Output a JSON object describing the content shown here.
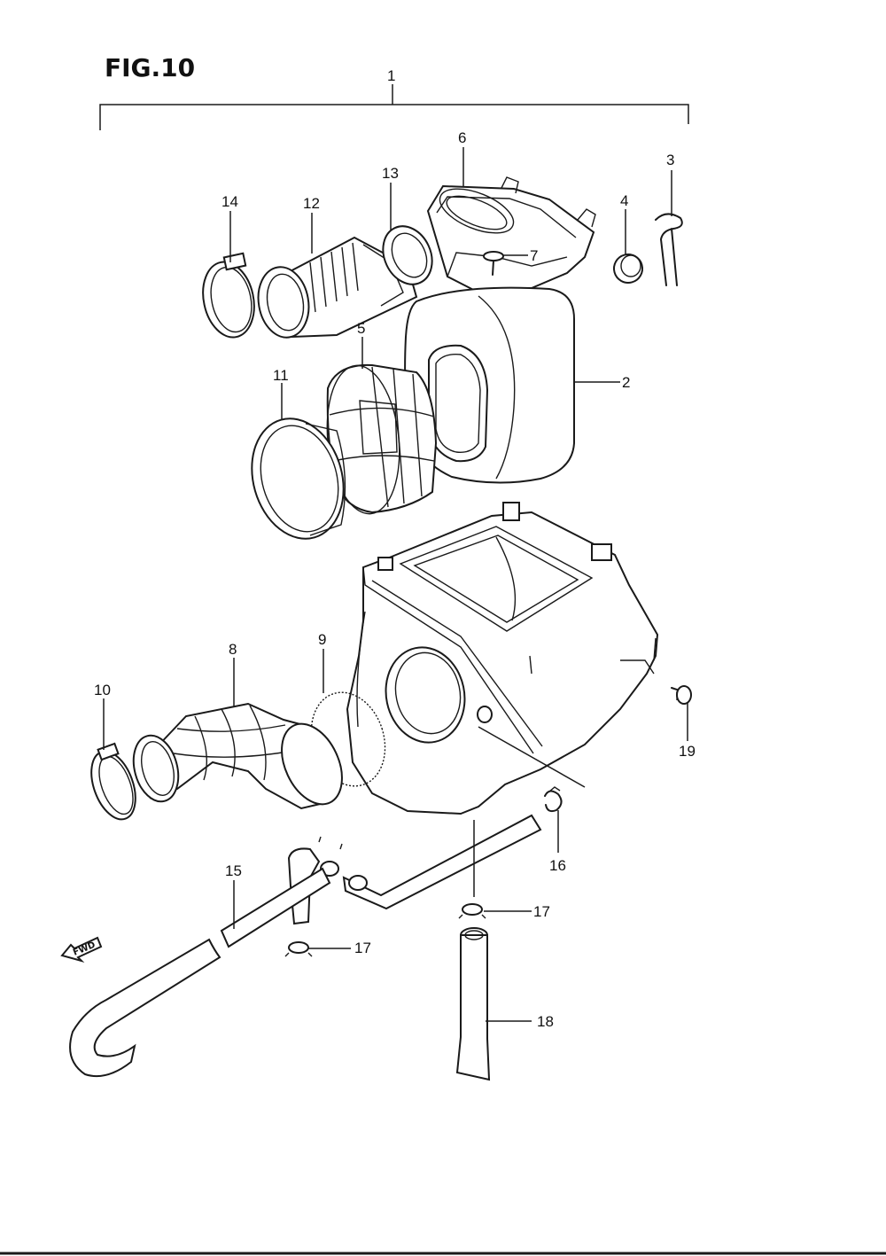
{
  "figure": {
    "title": "FIG.10",
    "fwd_label": "FWD"
  },
  "callouts": [
    {
      "id": "c1",
      "label": "1"
    },
    {
      "id": "c2",
      "label": "2"
    },
    {
      "id": "c3",
      "label": "3"
    },
    {
      "id": "c4",
      "label": "4"
    },
    {
      "id": "c5",
      "label": "5"
    },
    {
      "id": "c6",
      "label": "6"
    },
    {
      "id": "c7",
      "label": "7"
    },
    {
      "id": "c8",
      "label": "8"
    },
    {
      "id": "c9",
      "label": "9"
    },
    {
      "id": "c10",
      "label": "10"
    },
    {
      "id": "c11",
      "label": "11"
    },
    {
      "id": "c12",
      "label": "12"
    },
    {
      "id": "c13",
      "label": "13"
    },
    {
      "id": "c14",
      "label": "14"
    },
    {
      "id": "c15",
      "label": "15"
    },
    {
      "id": "c16",
      "label": "16"
    },
    {
      "id": "c17a",
      "label": "17"
    },
    {
      "id": "c17b",
      "label": "17"
    },
    {
      "id": "c18",
      "label": "18"
    },
    {
      "id": "c19",
      "label": "19"
    }
  ]
}
